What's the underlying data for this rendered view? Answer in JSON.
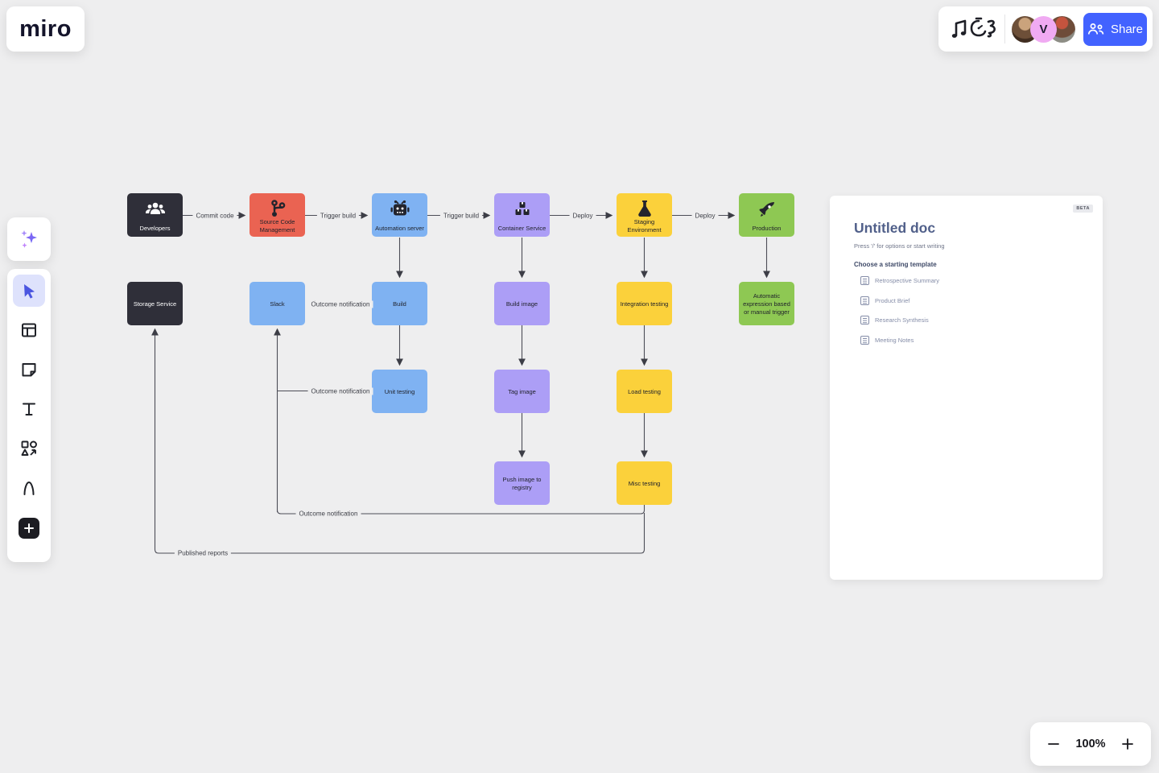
{
  "app": {
    "logo_text": "miro"
  },
  "topbar": {
    "share_label": "Share",
    "avatars": [
      {
        "initial": ""
      },
      {
        "initial": "V"
      },
      {
        "initial": ""
      }
    ],
    "accent_color": "#4262ff"
  },
  "toolbar": {
    "icons": [
      "ai-sparkle-icon",
      "select-cursor-icon",
      "frames-icon",
      "sticky-note-icon",
      "text-icon",
      "shapes-icon",
      "pen-icon",
      "add-plus-icon"
    ],
    "selected_tool": "select-cursor"
  },
  "diagram": {
    "type": "flowchart",
    "nodes": {
      "developers": "Developers",
      "scm": "Source Code Management",
      "automation_server": "Automation server",
      "container_service": "Container Service",
      "staging_environment": "Staging Environment",
      "production": "Production",
      "storage_service": "Storage Service",
      "slack": "Slack",
      "build": "Build",
      "build_image": "Build image",
      "integration_testing": "Integration testing",
      "auto_trigger": "Automatic expression based or manual trigger",
      "unit_testing": "Unit testing",
      "tag_image": "Tag image",
      "load_testing": "Load testing",
      "push_image": "Push image to registry",
      "misc_testing": "Misc testing"
    },
    "node_icons": {
      "developers": "people-icon",
      "scm": "git-branch-icon",
      "automation_server": "robot-icon",
      "container_service": "containers-icon",
      "staging_environment": "flask-icon",
      "production": "rocket-icon"
    },
    "edges": {
      "commit": "Commit code",
      "trigger1": "Trigger build",
      "trigger2": "Trigger build",
      "deploy1": "Deploy",
      "deploy2": "Deploy",
      "outcome1": "Outcome notification",
      "outcome2": "Outcome notification",
      "outcome3": "Outcome notification",
      "published": "Published reports"
    },
    "colors": {
      "dark": "#2f2f39",
      "red": "#ea6352",
      "blue": "#7fb2f2",
      "purple": "#ac9ef6",
      "yellow": "#fbd13b",
      "green": "#8ec853",
      "edge": "#4c4d57"
    }
  },
  "doc_panel": {
    "beta_label": "BETA",
    "title": "Untitled doc",
    "hint": "Press '/' for options or start writing",
    "templates_heading": "Choose a starting template",
    "templates": [
      "Retrospective Summary",
      "Product Brief",
      "Research Synthesis",
      "Meeting Notes"
    ]
  },
  "zoom_controls": {
    "level": "100%"
  }
}
